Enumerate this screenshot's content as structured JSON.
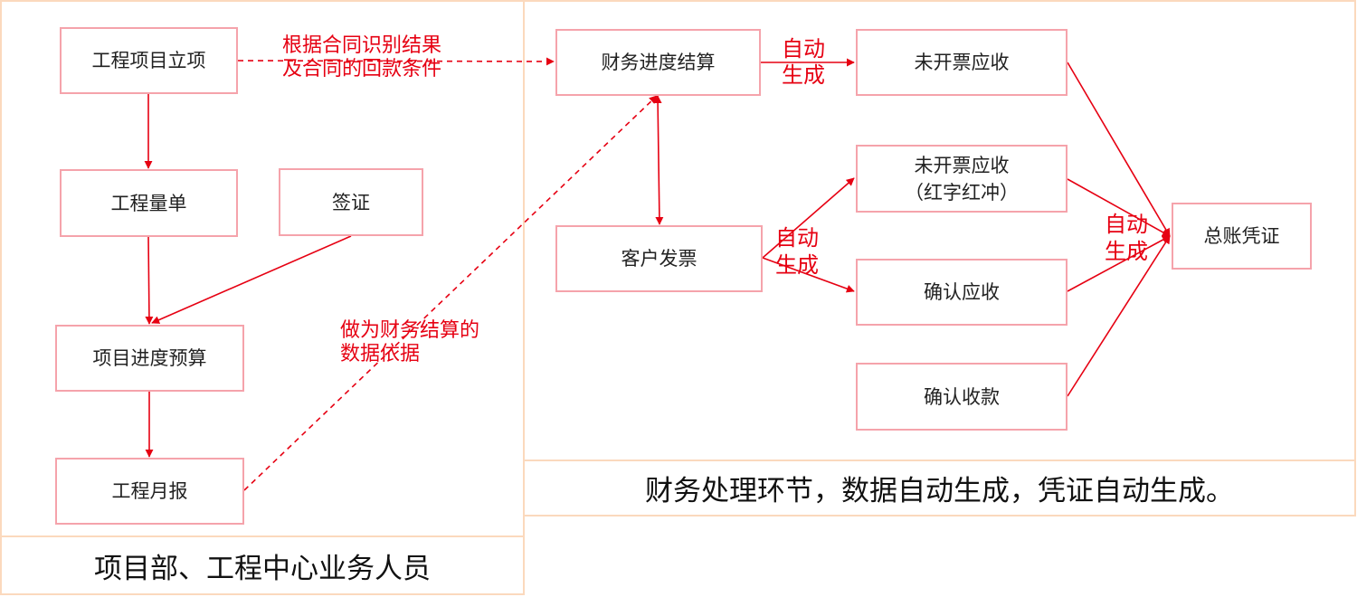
{
  "colors": {
    "panel_border": "#fbd9bd",
    "node_border": "#f5a3ab",
    "edge": "#e60012",
    "annotation": "#e60012",
    "text": "#222222"
  },
  "left_panel": {
    "caption": "项目部、工程中心业务人员"
  },
  "right_panel": {
    "caption": "财务处理环节，数据自动生成，凭证自动生成。"
  },
  "nodes": {
    "project_setup": "工程项目立项",
    "bill_of_quantities": "工程量单",
    "visa": "签证",
    "progress_budget": "项目进度预算",
    "monthly_report": "工程月报",
    "finance_settlement": "财务进度结算",
    "unbilled_receivable": "未开票应收",
    "unbilled_receivable_reversal_line1": "未开票应收",
    "unbilled_receivable_reversal_line2": "（红字红冲）",
    "customer_invoice": "客户发票",
    "confirm_receivable": "确认应收",
    "confirm_receipt": "确认收款",
    "general_ledger_voucher": "总账凭证"
  },
  "annotations": {
    "contract_basis_line1": "根据合同识别结果",
    "contract_basis_line2": "及合同的回款条件",
    "settlement_basis_line1": "做为财务结算的",
    "settlement_basis_line2": "数据依据",
    "auto_gen_1_line1": "自动",
    "auto_gen_1_line2": "生成",
    "auto_gen_2_line1": "自动",
    "auto_gen_2_line2": "生成",
    "auto_gen_3_line1": "自动",
    "auto_gen_3_line2": "生成"
  },
  "edges": [
    {
      "from": "project_setup",
      "to": "finance_settlement",
      "style": "dashed"
    },
    {
      "from": "project_setup",
      "to": "bill_of_quantities",
      "style": "solid"
    },
    {
      "from": "bill_of_quantities",
      "to": "progress_budget",
      "style": "solid"
    },
    {
      "from": "visa",
      "to": "progress_budget",
      "style": "solid"
    },
    {
      "from": "progress_budget",
      "to": "monthly_report",
      "style": "solid"
    },
    {
      "from": "monthly_report",
      "to": "finance_settlement",
      "style": "dashed"
    },
    {
      "from": "finance_settlement",
      "to": "unbilled_receivable",
      "style": "solid"
    },
    {
      "from": "finance_settlement",
      "to": "customer_invoice",
      "style": "solid"
    },
    {
      "from": "customer_invoice",
      "to": "unbilled_receivable_reversal",
      "style": "solid"
    },
    {
      "from": "customer_invoice",
      "to": "confirm_receivable",
      "style": "solid"
    },
    {
      "from": "unbilled_receivable",
      "to": "general_ledger_voucher",
      "style": "solid"
    },
    {
      "from": "unbilled_receivable_reversal",
      "to": "general_ledger_voucher",
      "style": "solid"
    },
    {
      "from": "confirm_receivable",
      "to": "general_ledger_voucher",
      "style": "solid"
    },
    {
      "from": "confirm_receipt",
      "to": "general_ledger_voucher",
      "style": "solid"
    }
  ]
}
